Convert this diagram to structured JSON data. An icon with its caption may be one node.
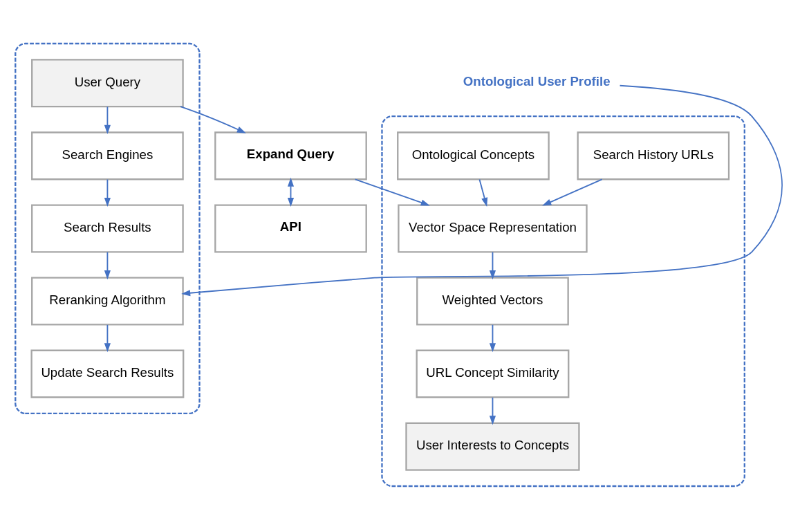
{
  "diagram": {
    "nodes": [
      {
        "text": [],
        "shape": "box"
      },
      {
        "text": [
          "User Query"
        ],
        "in": 0
      },
      {
        "text": [
          "Search Engines"
        ],
        "in": 0
      },
      {
        "text": [
          "Search Results"
        ],
        "in": 0
      },
      {
        "text": [
          "Reranking Algorithm"
        ],
        "in": 0
      },
      {
        "text": [
          "Update Search Results"
        ],
        "in": 0
      },
      {
        "text": [
          "Expand Query"
        ]
      },
      {
        "text": [
          "API"
        ]
      },
      {
        "text": [],
        "shape": "box"
      },
      {
        "text": [
          "Search History URLs"
        ],
        "in": 8
      },
      {
        "text": [
          "Ontological Concepts"
        ],
        "in": 8
      },
      {
        "text": [
          "Vector Space Representation"
        ],
        "in": 8
      },
      {
        "text": [
          "Weighted Vectors"
        ],
        "in": 8
      },
      {
        "text": [
          "URL Concept Similarity"
        ],
        "in": 8
      },
      {
        "text": [
          "User Interests to Concepts"
        ],
        "in": 8
      },
      {
        "text": [
          "Ontological User Profile"
        ]
      }
    ],
    "edges": [
      {
        "from": 1,
        "to": 6,
        "arrow": "to"
      },
      {
        "from": 6,
        "to": 7,
        "arrow": "both"
      },
      {
        "from": 6,
        "to": 11,
        "arrow": "to"
      },
      {
        "from": 1,
        "to": 2,
        "arrow": "to"
      },
      {
        "from": 2,
        "to": 3,
        "arrow": "to"
      },
      {
        "from": 3,
        "to": 4,
        "arrow": "to"
      },
      {
        "from": 4,
        "to": 5,
        "arrow": "to"
      },
      {
        "from": 9,
        "to": 11,
        "arrow": "to"
      },
      {
        "from": 10,
        "to": 11,
        "arrow": "to"
      },
      {
        "from": 11,
        "to": 12,
        "arrow": "to"
      },
      {
        "from": 12,
        "to": 13,
        "arrow": "to"
      },
      {
        "from": 13,
        "to": 14,
        "arrow": "to"
      },
      {
        "from": 15,
        "to": 4,
        "arrow": "to"
      }
    ]
  }
}
